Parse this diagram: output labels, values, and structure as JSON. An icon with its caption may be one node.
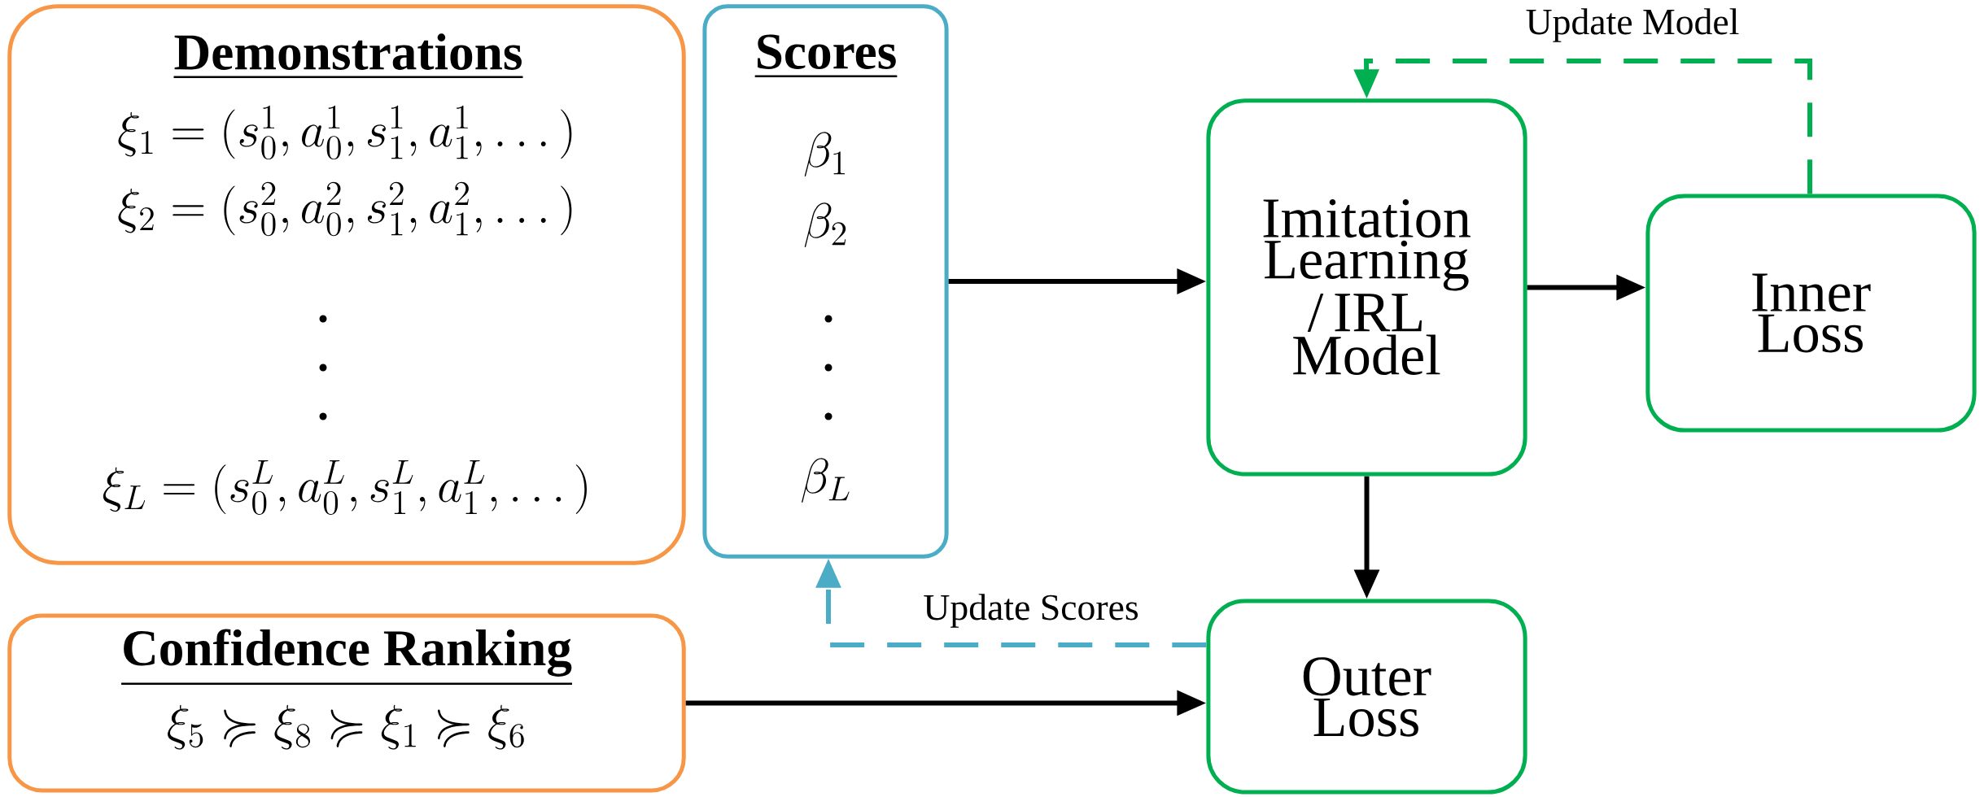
{
  "diagram": {
    "nodes": [
      {
        "text": [
          "Demonstrations",
          "\\xi_1 = (s_0^1, a_0^1, s_1^1, a_1^1, \\dots)",
          "\\xi_2 = (s_0^2, a_0^2, s_1^2, a_1^2, \\dots)",
          "\\xi_L = (s_0^L, a_0^L, s_1^L, a_1^L, \\dots)"
        ]
      },
      {
        "text": [
          "Scores",
          "\\beta_1",
          "\\beta_2",
          "\\beta_L"
        ]
      },
      {
        "text": [
          "Imitation Learning / IRL Model"
        ]
      },
      {
        "text": [
          "Inner Loss"
        ]
      },
      {
        "text": [
          "Confidence Ranking",
          "\\xi_5 \\succcurlyeq \\xi_8 \\succcurlyeq \\xi_1 \\succcurlyeq \\xi_6"
        ]
      },
      {
        "text": [
          "Outer Loss"
        ]
      }
    ],
    "edges": [
      {
        "from": 1,
        "to": 2,
        "arrow": "to"
      },
      {
        "from": 2,
        "to": 3,
        "arrow": "to"
      },
      {
        "from": 2,
        "to": 5,
        "arrow": "to"
      },
      {
        "from": 4,
        "to": 5,
        "arrow": "to"
      },
      {
        "from": 5,
        "to": 1,
        "arrow": "to",
        "label": "Update Scores",
        "style": "dashed",
        "color": "#4bacc6"
      },
      {
        "from": 3,
        "to": 2,
        "arrow": "to",
        "label": "Update Model",
        "style": "dashed",
        "color": "#00b050"
      }
    ]
  }
}
